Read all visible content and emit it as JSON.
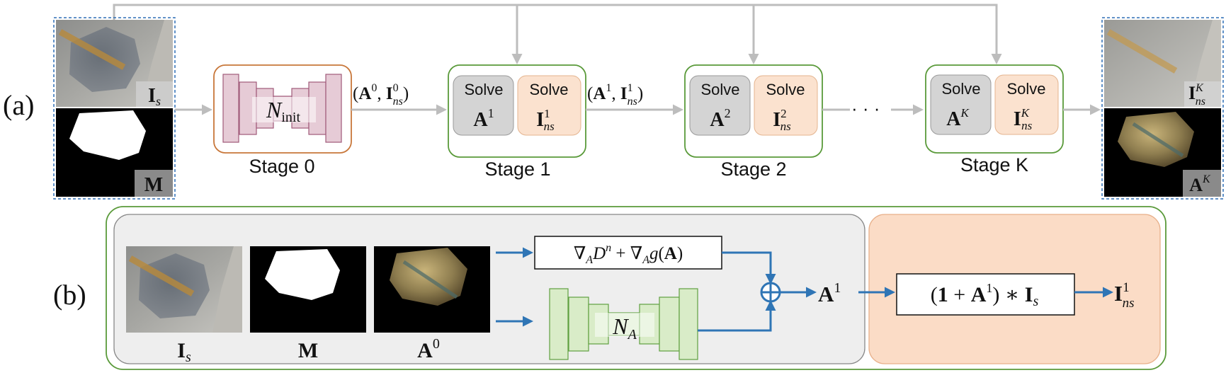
{
  "panel_a": {
    "label": "(a)",
    "input_image_label": "Is",
    "input_mask_label": "M",
    "stages": [
      {
        "name": "Stage 0",
        "network_label": "Ninit"
      },
      {
        "name": "Stage 1",
        "solve_a": "Solve",
        "solve_a_var": "A1",
        "solve_i": "Solve",
        "solve_i_var": "I1ns"
      },
      {
        "name": "Stage 2",
        "solve_a": "Solve",
        "solve_a_var": "A2",
        "solve_i": "Solve",
        "solve_i_var": "I2ns"
      },
      {
        "name": "Stage K",
        "solve_a": "Solve",
        "solve_a_var": "AK",
        "solve_i": "Solve",
        "solve_i_var": "IKns"
      }
    ],
    "edge_label_0": "(A0, I0ns)",
    "edge_label_1": "(A1, I1ns)",
    "ellipsis": "· · ·",
    "output_image_label": "IKns",
    "output_attention_label": "AK"
  },
  "panel_b": {
    "label": "(b)",
    "inputs": [
      "Is",
      "M",
      "A0"
    ],
    "gradient_formula": "∇A Dn + ∇A g(A)",
    "network_label": "NA",
    "sum_symbol": "⊕",
    "output_a": "A1",
    "update_formula": "(1 + A1) * Is",
    "output_i": "I1ns"
  },
  "colors": {
    "arrow_gray": "#bdbdbd",
    "arrow_blue": "#2f75b5",
    "stage_border": "#5a9a3a",
    "stage0_border": "#c8773a",
    "net_init_fill": "#e6cbd6",
    "net_init_stroke": "#a05a7a",
    "net_a_fill": "#d9ecc8",
    "net_a_stroke": "#5fa040",
    "solve_a_fill": "#d4d4d4",
    "solve_i_fill": "#fbe2cf",
    "panel_b_gray": "#eeeeee",
    "panel_b_orange": "#fbdcc6",
    "dashed_blue": "#2f6fb5"
  }
}
